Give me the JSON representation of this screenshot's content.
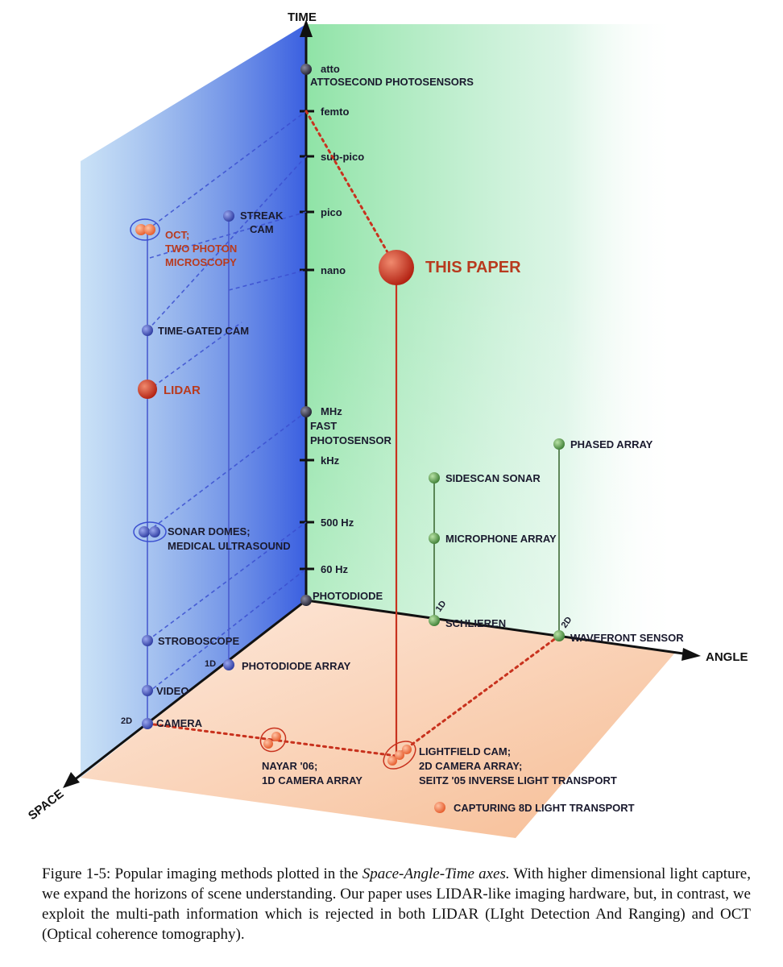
{
  "axes": {
    "time": "TIME",
    "angle": "ANGLE",
    "space": "SPACE"
  },
  "time_ticks": [
    "atto",
    "femto",
    "sub-pico",
    "pico",
    "nano",
    "MHz",
    "kHz",
    "500 Hz",
    "60 Hz"
  ],
  "time_tick_notes": {
    "atto": "ATTOSECOND PHOTOSENSORS",
    "mhz": [
      "FAST",
      "PHOTOSENSOR"
    ]
  },
  "labels": {
    "this_paper": "THIS PAPER",
    "oct": [
      "OCT;",
      "TWO PHOTON",
      "MICROSCOPY"
    ],
    "streak": [
      "STREAK",
      "CAM"
    ],
    "time_gated": "TIME-GATED CAM",
    "lidar": "LIDAR",
    "sonar": [
      "SONAR DOMES;",
      "MEDICAL ULTRASOUND"
    ],
    "photodiode": "PHOTODIODE",
    "stroboscope": "STROBOSCOPE",
    "photodiode_array": "PHOTODIODE ARRAY",
    "video": "VIDEO",
    "camera": "CAMERA",
    "nayar": [
      "NAYAR '06;",
      "1D CAMERA ARRAY"
    ],
    "lightfield": [
      "LIGHTFIELD CAM;",
      "2D CAMERA ARRAY;",
      "SEITZ '05 INVERSE LIGHT TRANSPORT"
    ],
    "capturing": "CAPTURING 8D LIGHT TRANSPORT",
    "sidescan": "SIDESCAN SONAR",
    "microphone": "MICROPHONE ARRAY",
    "phased": "PHASED ARRAY",
    "schlieren": "SCHLIEREN",
    "wavefront": "WAVEFRONT SENSOR",
    "dim_1d": "1D",
    "dim_2d": "2D"
  },
  "colors": {
    "blue_node": "#3f4fb3",
    "green_node": "#5a9a4a",
    "red_node": "#c8321e",
    "orange_node": "#f07a4a",
    "dark_node": "#2b2b3a"
  },
  "caption": {
    "prefix": "Figure 1-5: Popular imaging methods plotted in the ",
    "italic": "Space-Angle-Time axes.",
    "rest": " With higher dimensional light capture, we expand the horizons of scene understanding. Our paper uses LIDAR-like imaging hardware, but, in contrast, we exploit the multi-path information which is rejected in both LIDAR (LIght Detection And Ranging) and OCT (Optical coherence tomography)."
  }
}
